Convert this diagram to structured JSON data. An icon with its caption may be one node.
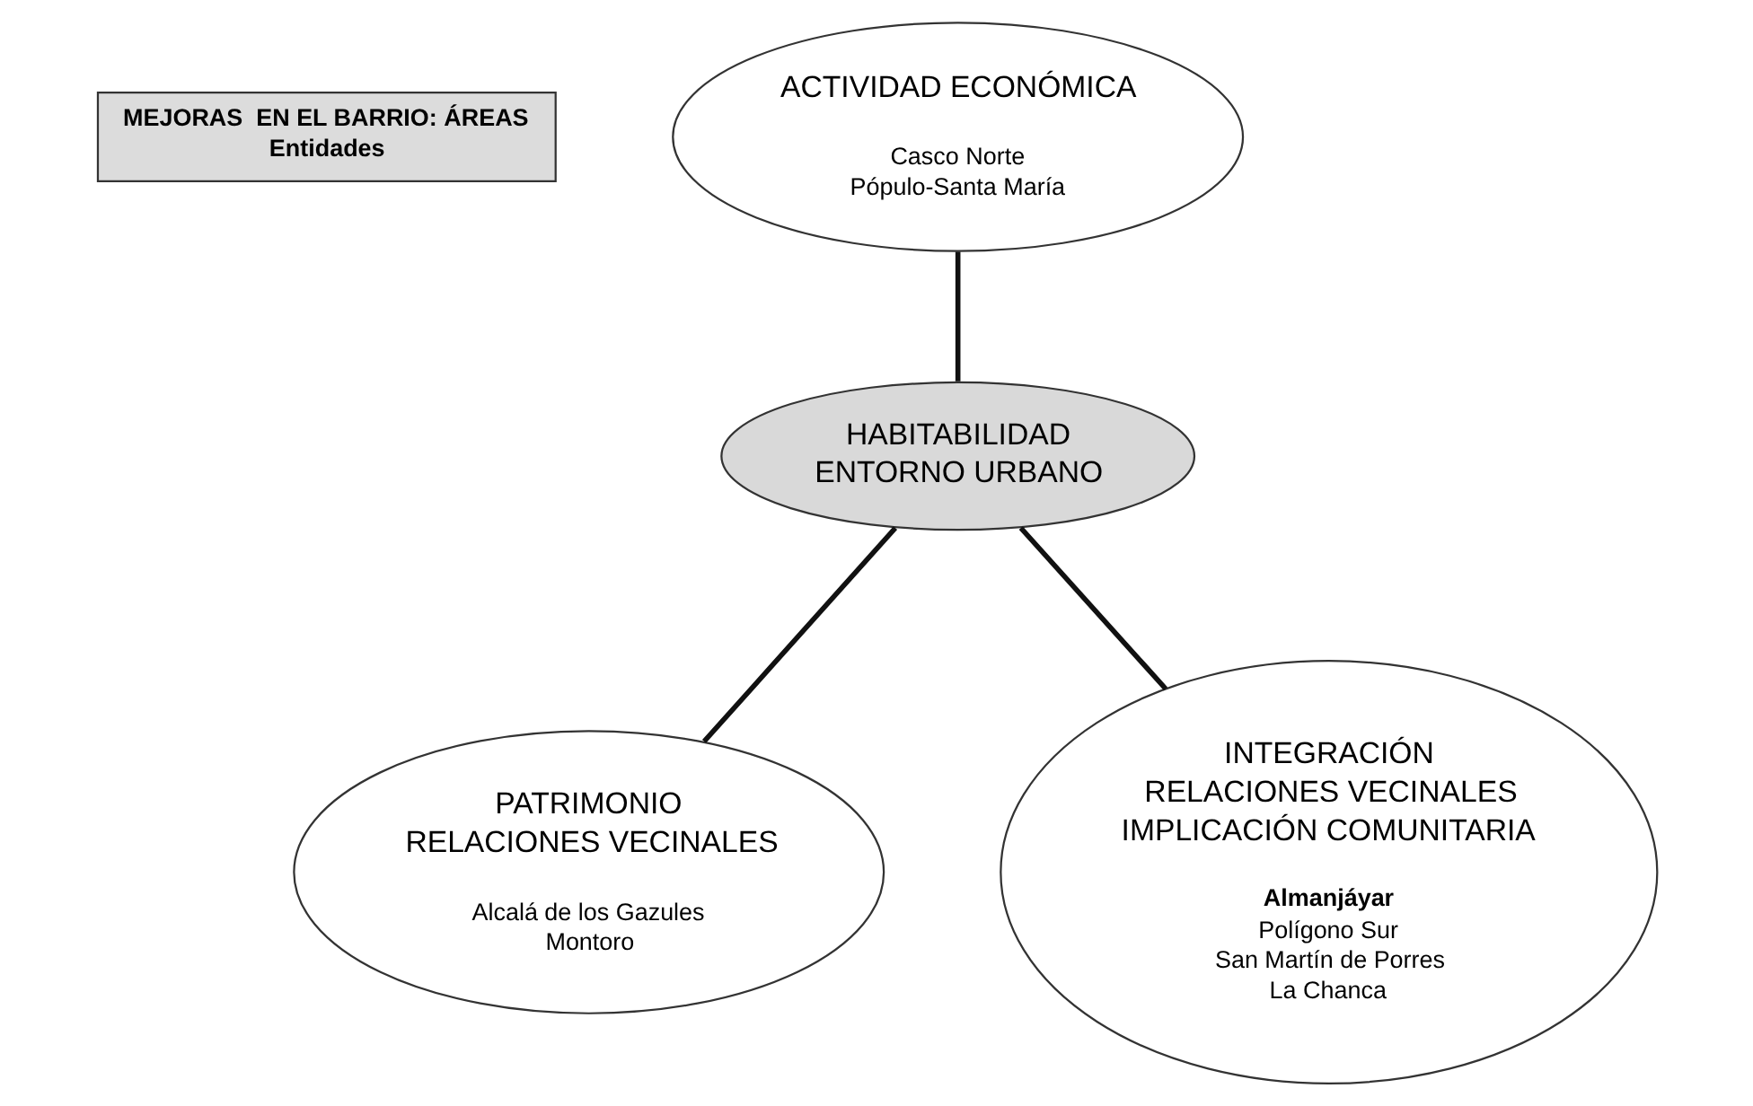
{
  "diagram": {
    "nodes": [
      {
        "text": [
          "MEJORAS  EN EL BARRIO: ÁREAS",
          "Entidades"
        ]
      },
      {
        "text": [
          "ACTIVIDAD ECONÓMICA",
          "Casco Norte",
          "Pópulo-Santa María"
        ]
      },
      {
        "text": [
          "HABITABILIDAD",
          "ENTORNO URBANO"
        ]
      },
      {
        "text": [
          "PATRIMONIO",
          "RELACIONES VECINALES",
          "Alcalá de los Gazules",
          "Montoro"
        ]
      },
      {
        "text": [
          "INTEGRACIÓN",
          "RELACIONES VECINALES",
          "IMPLICACIÓN COMUNITARIA",
          "**Almanjáyar**",
          "Polígono Sur",
          "San Martín de Porres",
          "La Chanca"
        ]
      }
    ],
    "edges": [
      {
        "from": 1,
        "to": 2,
        "arrow": "none"
      },
      {
        "from": 2,
        "to": 3,
        "arrow": "none"
      },
      {
        "from": 2,
        "to": 4,
        "arrow": "none"
      }
    ]
  }
}
